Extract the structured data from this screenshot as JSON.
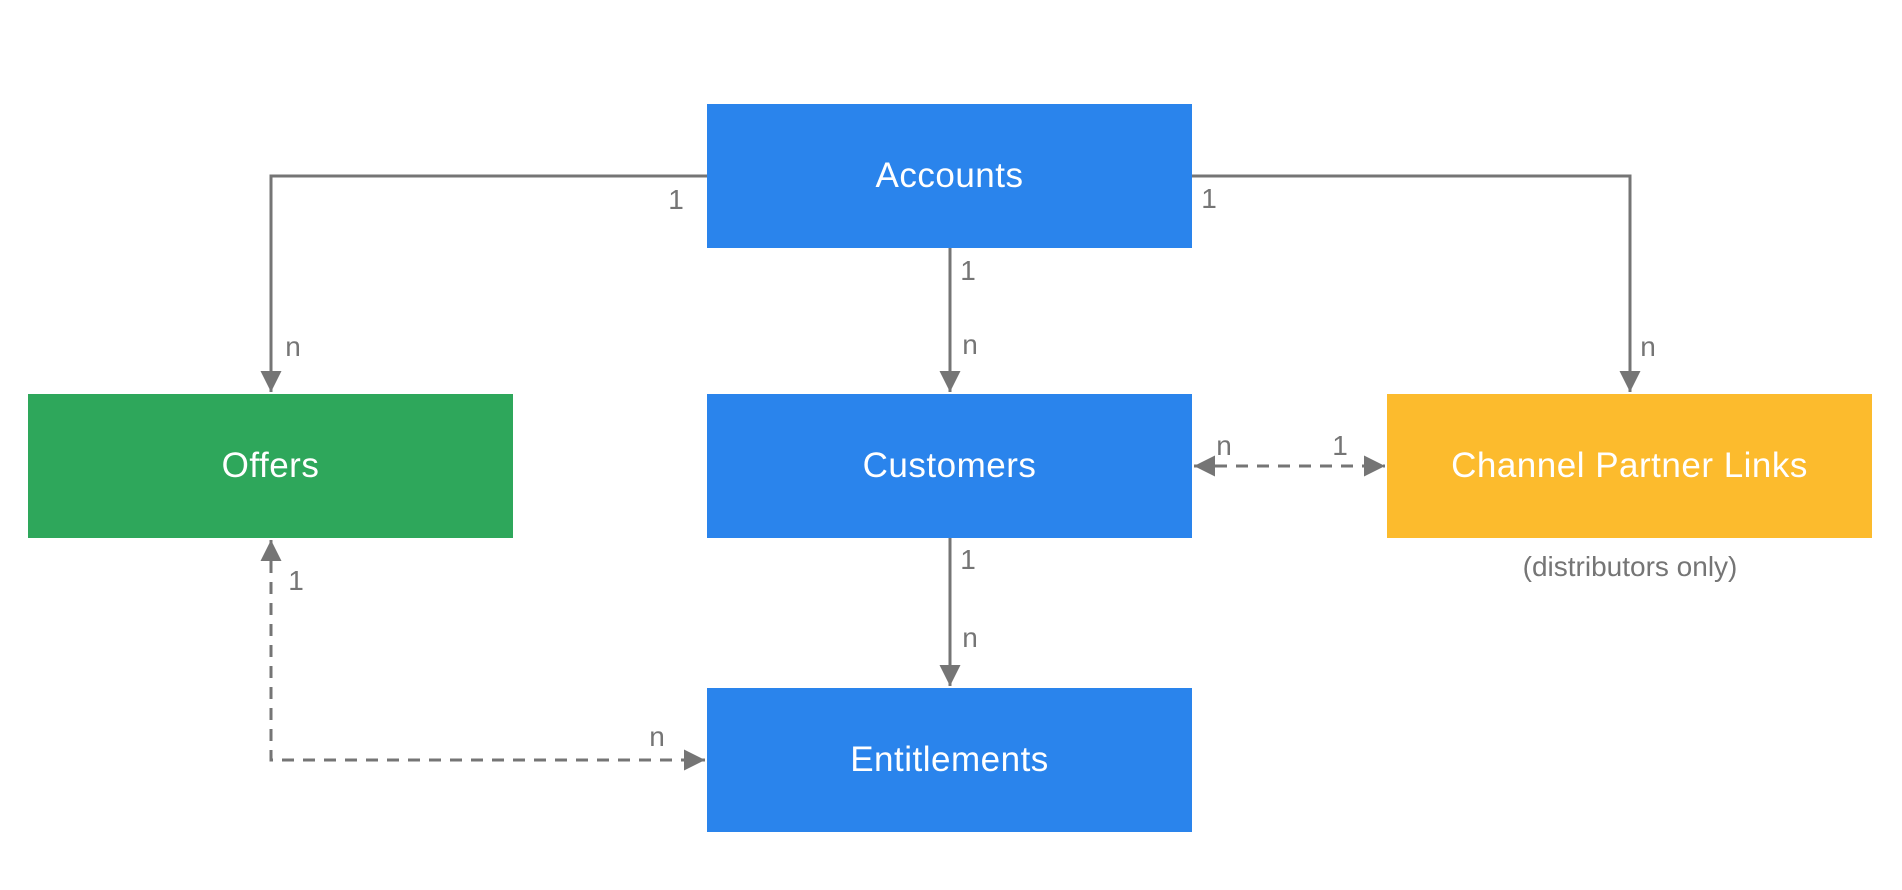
{
  "diagram": {
    "background": "#ffffff",
    "nodes": [
      {
        "id": "accounts",
        "label": "Accounts",
        "color": "#2A84EC",
        "text_color": "#ffffff"
      },
      {
        "id": "offers",
        "label": "Offers",
        "color": "#2EA75B",
        "text_color": "#ffffff"
      },
      {
        "id": "customers",
        "label": "Customers",
        "color": "#2A84EC",
        "text_color": "#ffffff"
      },
      {
        "id": "channel_partner_links",
        "label": "Channel Partner Links",
        "color": "#FCBB2D",
        "text_color": "#ffffff",
        "note": "(distributors only)"
      },
      {
        "id": "entitlements",
        "label": "Entitlements",
        "color": "#2A84EC",
        "text_color": "#ffffff"
      }
    ],
    "edges": [
      {
        "id": "accounts_offers",
        "from": "accounts",
        "to": "offers",
        "line": "solid",
        "arrows": "to",
        "from_card": "1",
        "to_card": "n"
      },
      {
        "id": "accounts_customers",
        "from": "accounts",
        "to": "customers",
        "line": "solid",
        "arrows": "to",
        "from_card": "1",
        "to_card": "n"
      },
      {
        "id": "accounts_channel_partner_links",
        "from": "accounts",
        "to": "channel_partner_links",
        "line": "solid",
        "arrows": "to",
        "from_card": "1",
        "to_card": "n"
      },
      {
        "id": "customers_entitlements",
        "from": "customers",
        "to": "entitlements",
        "line": "solid",
        "arrows": "to",
        "from_card": "1",
        "to_card": "n"
      },
      {
        "id": "customers_channel_partner_links",
        "from": "customers",
        "to": "channel_partner_links",
        "line": "dashed",
        "arrows": "both",
        "from_card": "n",
        "to_card": "1"
      },
      {
        "id": "offers_entitlements",
        "from": "offers",
        "to": "entitlements",
        "line": "dashed",
        "arrows": "both",
        "from_card": "1",
        "to_card": "n"
      }
    ],
    "colors": {
      "line": "#757575",
      "label_text": "#757575",
      "node_blue": "#2A84EC",
      "node_green": "#2EA75B",
      "node_yellow": "#FCBB2D"
    }
  }
}
